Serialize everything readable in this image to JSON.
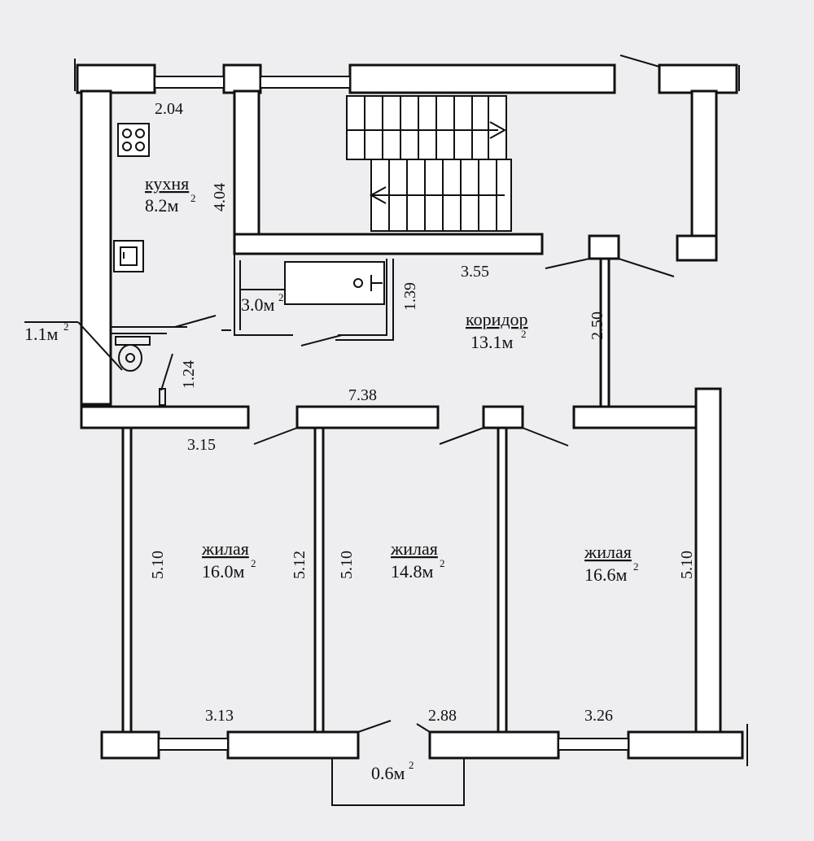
{
  "rooms": {
    "kitchen": {
      "name": "кухня",
      "area": "8.2м",
      "unit_sup": "2"
    },
    "bath": {
      "area": "3.0м",
      "unit_sup": "2"
    },
    "wc": {
      "area": "1.1м",
      "unit_sup": "2"
    },
    "corridor": {
      "name": "коридор",
      "area": "13.1м",
      "unit_sup": "2"
    },
    "living1": {
      "name": "жилая",
      "area": "16.0м",
      "unit_sup": "2"
    },
    "living2": {
      "name": "жилая",
      "area": "14.8м",
      "unit_sup": "2"
    },
    "living3": {
      "name": "жилая",
      "area": "16.6м",
      "unit_sup": "2"
    },
    "balcony": {
      "area": "0.6м",
      "unit_sup": "2"
    }
  },
  "dimensions": {
    "kitchen_width": "2.04",
    "kitchen_length": "4.04",
    "bath_height": "1.39",
    "wc_height": "1.24",
    "corridor_width": "3.55",
    "corridor_length": "7.38",
    "corridor_height": "2.50",
    "room1_top": "3.15",
    "room1_left": "5.10",
    "room1_right": "5.12",
    "room1_bottom": "3.13",
    "room2_left": "5.10",
    "room2_bottom": "2.88",
    "room3_right": "5.10",
    "room3_bottom": "3.26"
  },
  "icons": [
    "stove-icon",
    "sink-icon",
    "toilet-icon",
    "bathtub-icon",
    "stairs-icon"
  ]
}
